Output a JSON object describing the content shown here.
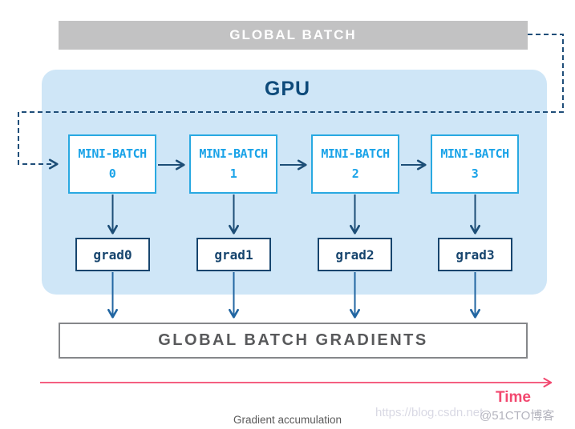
{
  "global_batch_bar": {
    "label": "GLOBAL BATCH"
  },
  "gpu": {
    "label": "GPU"
  },
  "mini_batches": [
    {
      "line1": "MINI-BATCH",
      "line2": "0"
    },
    {
      "line1": "MINI-BATCH",
      "line2": "1"
    },
    {
      "line1": "MINI-BATCH",
      "line2": "2"
    },
    {
      "line1": "MINI-BATCH",
      "line2": "3"
    }
  ],
  "grads": [
    {
      "label": "grad0"
    },
    {
      "label": "grad1"
    },
    {
      "label": "grad2"
    },
    {
      "label": "grad3"
    }
  ],
  "output_box": {
    "label": "GLOBAL BATCH GRADIENTS"
  },
  "time_axis": {
    "label": "Time"
  },
  "caption": "Gradient accumulation",
  "watermarks": {
    "url": "https://blog.csdn.net",
    "badge": "@51CTO博客"
  },
  "colors": {
    "gray_bar": "#c2c2c3",
    "gpu_fill": "#cfe6f7",
    "gpu_title": "#0d4a7a",
    "mini_batch_accent": "#29a9e1",
    "grad_accent": "#17456e",
    "connector_navy": "#1d4e77",
    "lower_arrow_blue": "#2266a2",
    "output_border": "#85878a",
    "output_text": "#58595b",
    "time_pink": "#f2486f"
  }
}
